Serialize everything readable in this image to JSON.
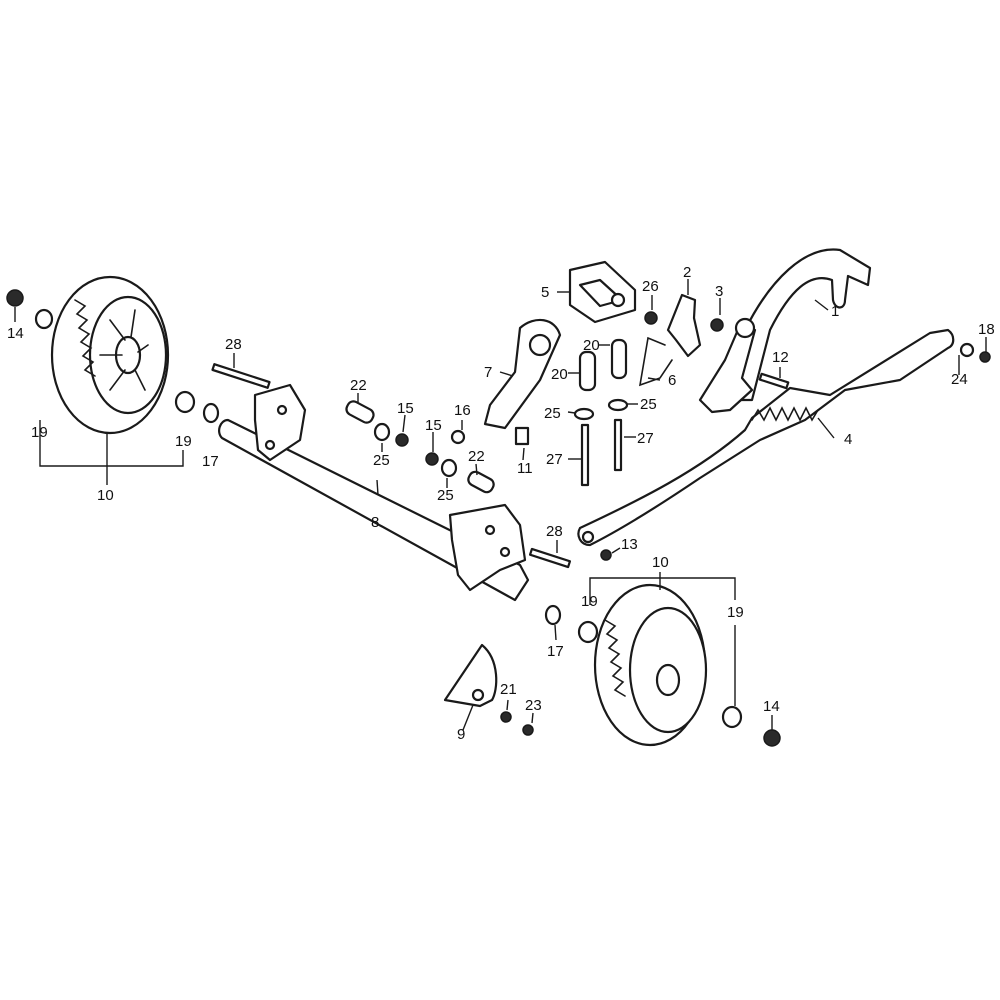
{
  "callouts": {
    "c1": "1",
    "c2": "2",
    "c3": "3",
    "c4": "4",
    "c5": "5",
    "c6": "6",
    "c7": "7",
    "c8": "8",
    "c9": "9",
    "c10a": "10",
    "c10b": "10",
    "c11": "11",
    "c12": "12",
    "c13": "13",
    "c14a": "14",
    "c14b": "14",
    "c15a": "15",
    "c15b": "15",
    "c16": "16",
    "c17a": "17",
    "c17b": "17",
    "c18": "18",
    "c19a": "19",
    "c19b": "19",
    "c19c": "19",
    "c19d": "19",
    "c20a": "20",
    "c20b": "20",
    "c21": "21",
    "c22a": "22",
    "c22b": "22",
    "c23": "23",
    "c24": "24",
    "c25a": "25",
    "c25b": "25",
    "c25c": "25",
    "c25d": "25",
    "c26": "26",
    "c27a": "27",
    "c27b": "27",
    "c28a": "28",
    "c28b": "28"
  }
}
